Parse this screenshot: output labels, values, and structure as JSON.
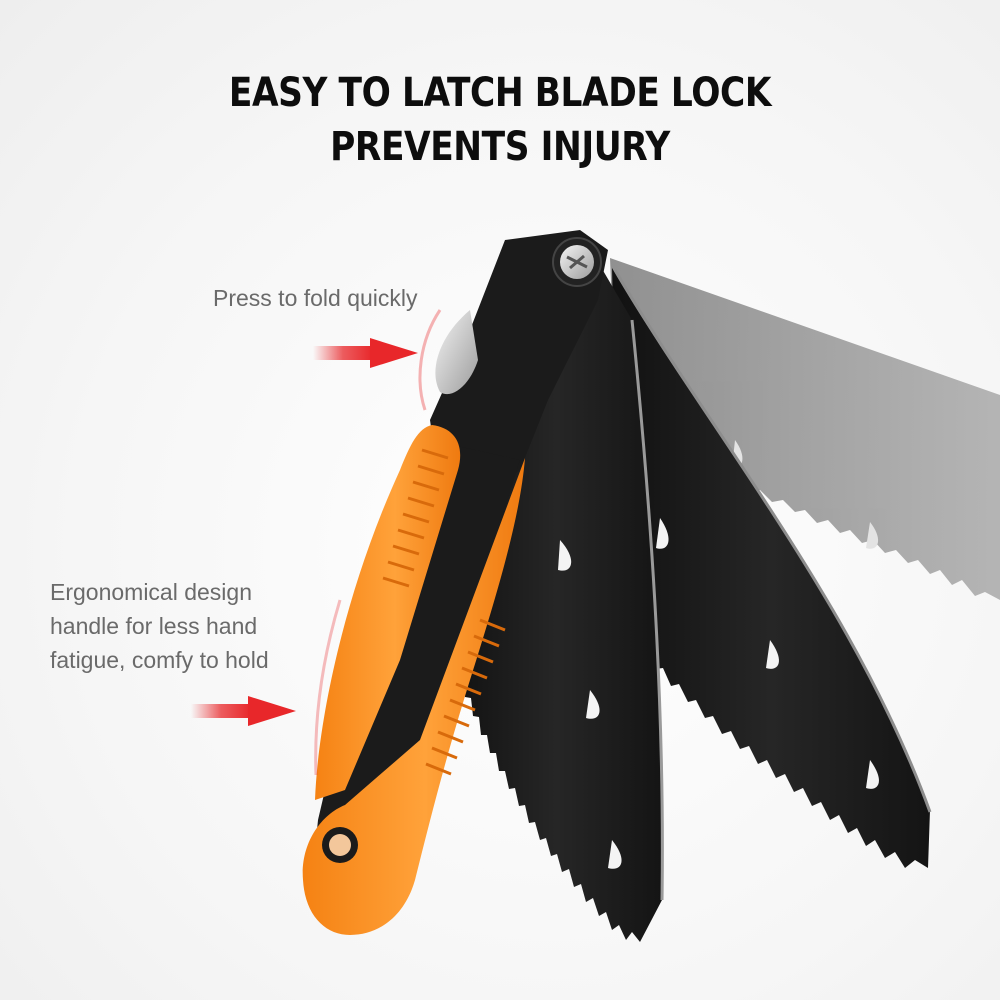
{
  "headline": {
    "line1": "EASY TO LATCH BLADE LOCK",
    "line2": "PREVENTS INJURY"
  },
  "callouts": {
    "fold": "Press to fold quickly",
    "ergonomic": {
      "line1": "Ergonomical design",
      "line2": "handle for less hand",
      "line3": "fatigue, comfy to hold"
    }
  },
  "colors": {
    "handle_orange": "#f7871f",
    "handle_black": "#1a1a1a",
    "blade_black": "#161616",
    "blade_ghost": "#9a9a9a",
    "arrow_red": "#e8272a",
    "headline": "#0d0d0d",
    "callout_text": "#6a6a6a"
  },
  "icons": {
    "pivot": "pivot-screw-icon",
    "arrows": "arrow-right-icon"
  }
}
